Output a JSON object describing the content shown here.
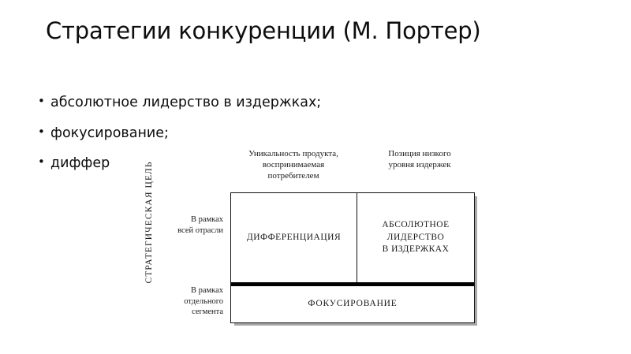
{
  "slide": {
    "title": "Стратегии конкуренции (М. Портер)",
    "bullets": [
      "абсолютное лидерство в издержках;",
      "фокусирование;",
      "диффер"
    ]
  },
  "diagram": {
    "vertical_axis_label": "СТРАТЕГИЧЕСКАЯ ЦЕЛЬ",
    "column_headers": [
      "Уникальность продукта,\nвоспринимаемая\nпотребителем",
      "Позиция низкого\nуровня издержек"
    ],
    "row_labels": [
      "В рамках\nвсей отрасли",
      "В рамках\nотдельного\nсегмента"
    ],
    "cells": {
      "differentiation": "ДИФФЕРЕНЦИАЦИЯ",
      "cost_leadership": "АБСОЛЮТНОЕ\nЛИДЕРСТВО\nВ ИЗДЕРЖКАХ",
      "focus": "ФОКУСИРОВАНИЕ"
    }
  },
  "colors": {
    "text": "#0d0d0d",
    "diagram_line": "#111111",
    "diagram_shadow": "#a8a8a8",
    "background": "#ffffff"
  }
}
